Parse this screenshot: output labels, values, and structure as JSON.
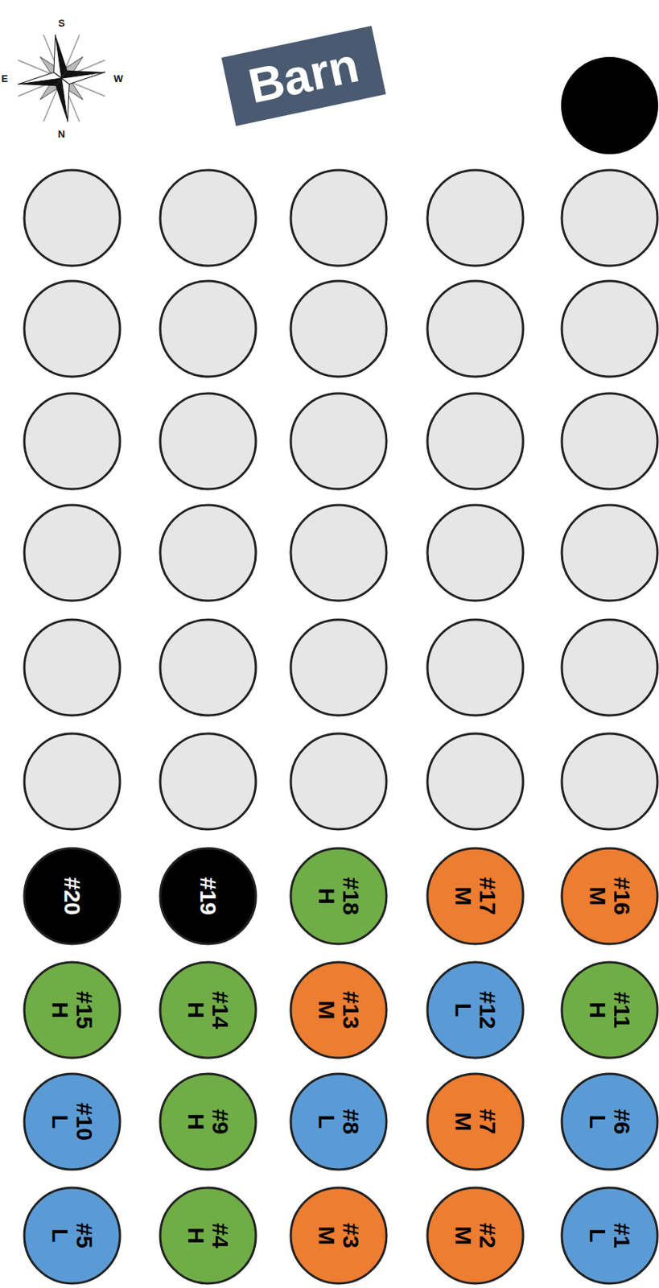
{
  "diagram": {
    "nodes": [
      {
        "text": [
          "Barn"
        ]
      },
      {
        "text": [
          "#20"
        ]
      },
      {
        "text": [
          "#19"
        ]
      },
      {
        "text": [
          "#18",
          "H"
        ]
      },
      {
        "text": [
          "#17",
          "M"
        ]
      },
      {
        "text": [
          "#16",
          "M"
        ]
      },
      {
        "text": [
          "#15",
          "H"
        ]
      },
      {
        "text": [
          "#14",
          "H"
        ]
      },
      {
        "text": [
          "#13",
          "M"
        ]
      },
      {
        "text": [
          "#12",
          "L"
        ]
      },
      {
        "text": [
          "#11",
          "H"
        ]
      },
      {
        "text": [
          "#10",
          "L"
        ]
      },
      {
        "text": [
          "#9",
          "H"
        ]
      },
      {
        "text": [
          "#8",
          "L"
        ]
      },
      {
        "text": [
          "#7",
          "M"
        ]
      },
      {
        "text": [
          "#6",
          "L"
        ]
      },
      {
        "text": [
          "#5",
          "L"
        ]
      },
      {
        "text": [
          "#4",
          "H"
        ]
      },
      {
        "text": [
          "#3",
          "M"
        ]
      },
      {
        "text": [
          "#2",
          "M"
        ]
      },
      {
        "text": [
          "#1",
          "L"
        ]
      }
    ],
    "labels": [
      "S",
      "W",
      "N",
      "E"
    ]
  }
}
